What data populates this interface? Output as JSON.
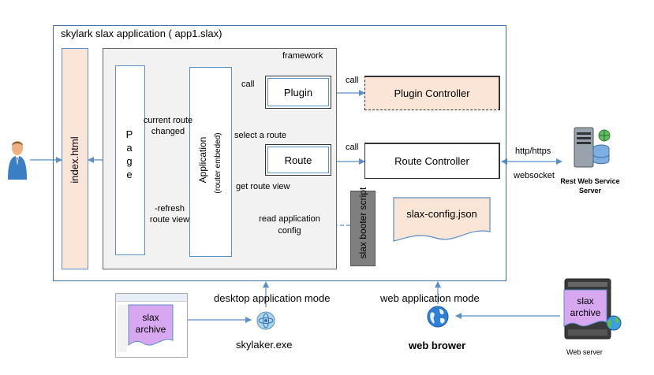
{
  "app_title": "skylark slax  application (  app1.slax)",
  "framework_label": "framework",
  "index_html_label": "index.html",
  "page_label": "Page",
  "application_label": "Application",
  "application_sublabel": "(router embeded)",
  "plugin_label": "Plugin",
  "route_label": "Route",
  "plugin_controller_label": "Plugin Controller",
  "route_controller_label": "Route Controller",
  "slax_config_label": "slax-config.json",
  "booter_label": "slax booter script",
  "edges": {
    "call_plugin": "call",
    "call_plugin_controller": "call",
    "call_route_controller": "call",
    "current_route_changed": "current route changed",
    "select_a_route": "select a route",
    "get_route_view": "get route view",
    "refresh_route_view": "-refresh route view",
    "read_application_config": "read application config",
    "http_https": "http/https",
    "websocket": "websocket"
  },
  "server_label": "Rest Web Service Server",
  "desktop_mode_label": "desktop application mode",
  "web_mode_label": "web application mode",
  "skylaker_label": "skylaker.exe",
  "web_browser_label": "web brower",
  "slax_archive_label_left": "slax archive",
  "slax_archive_label_right": "slax archive",
  "web_server_label": "Web server",
  "colors": {
    "line": "#5b8fc7",
    "controller_fill": "#fbe5d6",
    "panel_fill": "#f2f2f2",
    "booter_fill": "#7f7f7f",
    "archive_fill": "#d7a7f0"
  }
}
